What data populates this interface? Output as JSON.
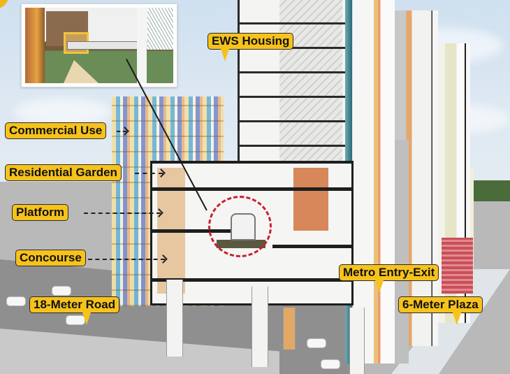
{
  "figure": {
    "title": "Transit-oriented mixed-use building section with elevated metro station",
    "inset": {
      "description": "Photo inset of elevated metro viaduct passing through building beside cable-stayed bridge"
    },
    "highlight": {
      "description": "Red dashed circle around metro train at platform level",
      "color": "#c8202e"
    }
  },
  "labels": [
    {
      "id": "ews-housing",
      "text": "EWS Housing"
    },
    {
      "id": "commercial-use",
      "text": "Commercial Use"
    },
    {
      "id": "residential-garden",
      "text": "Residential Garden"
    },
    {
      "id": "platform",
      "text": "Platform"
    },
    {
      "id": "concourse",
      "text": "Concourse"
    },
    {
      "id": "road",
      "text": "18-Meter Road"
    },
    {
      "id": "metro-entry-exit",
      "text": "Metro Entry-Exit"
    },
    {
      "id": "plaza",
      "text": "6-Meter Plaza"
    }
  ],
  "colors": {
    "label_fill": "#f6c21c",
    "label_border": "#2a2a2a",
    "highlight_circle": "#c8202e"
  }
}
